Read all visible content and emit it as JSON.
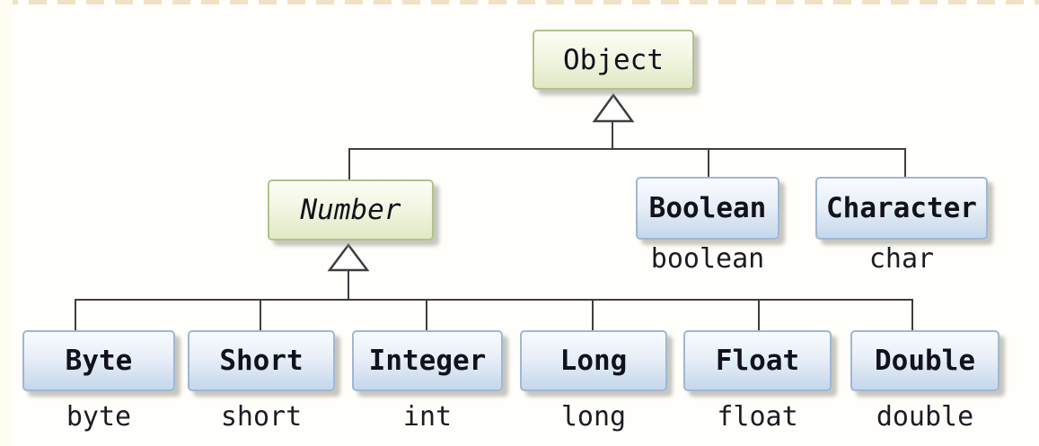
{
  "diagram": {
    "description": "Java wrapper class hierarchy with primitive types",
    "nodes": {
      "object": {
        "label": "Object",
        "kind": "class"
      },
      "number": {
        "label": "Number",
        "kind": "abstract-class"
      },
      "boolean": {
        "label": "Boolean",
        "kind": "wrapper-class"
      },
      "character": {
        "label": "Character",
        "kind": "wrapper-class"
      },
      "byte": {
        "label": "Byte",
        "kind": "wrapper-class"
      },
      "short": {
        "label": "Short",
        "kind": "wrapper-class"
      },
      "integer": {
        "label": "Integer",
        "kind": "wrapper-class"
      },
      "long": {
        "label": "Long",
        "kind": "wrapper-class"
      },
      "float": {
        "label": "Float",
        "kind": "wrapper-class"
      },
      "double": {
        "label": "Double",
        "kind": "wrapper-class"
      }
    },
    "primitives": {
      "boolean": "boolean",
      "char": "char",
      "byte": "byte",
      "short": "short",
      "int": "int",
      "long": "long",
      "float": "float",
      "double": "double"
    },
    "edges": [
      {
        "from": "Number",
        "to": "Object"
      },
      {
        "from": "Boolean",
        "to": "Object"
      },
      {
        "from": "Character",
        "to": "Object"
      },
      {
        "from": "Byte",
        "to": "Number"
      },
      {
        "from": "Short",
        "to": "Number"
      },
      {
        "from": "Integer",
        "to": "Number"
      },
      {
        "from": "Long",
        "to": "Number"
      },
      {
        "from": "Float",
        "to": "Number"
      },
      {
        "from": "Double",
        "to": "Number"
      }
    ],
    "colors": {
      "background": "#fffefa",
      "top_border_dash": "#f0e2c6",
      "green_box_border": "#b1c28b",
      "green_box_gradient_top": "#fbfdf4",
      "green_box_gradient_bottom": "#e0e8c4",
      "blue_box_border": "#9fb7d3",
      "blue_box_gradient_top": "#f8fbfe",
      "blue_box_gradient_bottom": "#c5d7ea",
      "connector": "#3e3e3e",
      "text": "#12121c"
    }
  }
}
